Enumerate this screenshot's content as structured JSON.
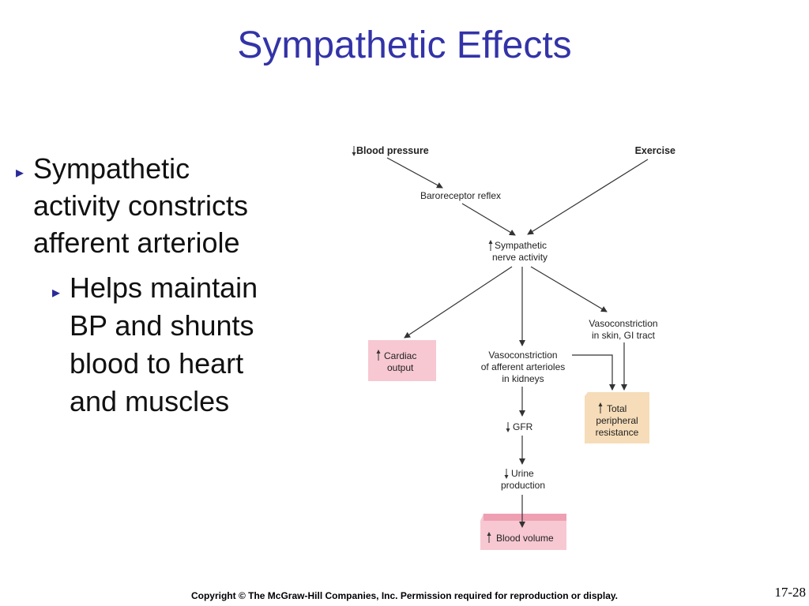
{
  "title": "Sympathetic Effects",
  "bullets": {
    "main": "Sympathetic activity constricts afferent arteriole",
    "sub": "Helps maintain BP and shunts blood to heart and muscles"
  },
  "diagram": {
    "blood_pressure": "Blood pressure",
    "exercise": "Exercise",
    "baroreceptor": "Baroreceptor reflex",
    "sympathetic": [
      "Sympathetic",
      "nerve activity"
    ],
    "cardiac": [
      "Cardiac",
      "output"
    ],
    "vaso_kidney": [
      "Vasoconstriction",
      "of afferent arterioles",
      "in kidneys"
    ],
    "vaso_skin": [
      "Vasoconstriction",
      "in skin, GI tract"
    ],
    "tpr": [
      "Total",
      "peripheral",
      "resistance"
    ],
    "gfr": "GFR",
    "urine": [
      "Urine",
      "production"
    ],
    "blood_volume": "Blood volume",
    "colors": {
      "pink_box": "#f7c8d2",
      "tan_box": "#f6dcb8",
      "arrow": "#333333"
    }
  },
  "footer": "Copyright © The McGraw-Hill Companies, Inc. Permission required for reproduction or display.",
  "page_number": "17-28"
}
